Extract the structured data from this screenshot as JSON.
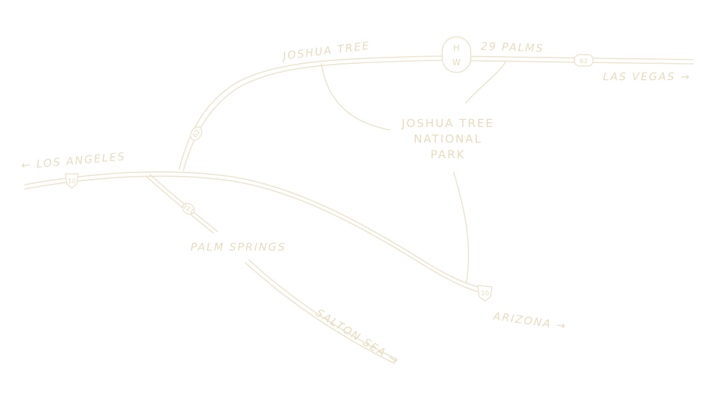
{
  "map": {
    "labels": {
      "joshua_tree": "JOSHUA TREE",
      "twentynine_palms": "29 PALMS",
      "las_vegas": "LAS VEGAS →",
      "los_angeles": "← LOS ANGELES",
      "palm_springs": "PALM SPRINGS",
      "salton_sea": "SALTON SEA →",
      "arizona": "ARIZONA →"
    },
    "park": {
      "line1": "JOSHUA TREE",
      "line2": "NATIONAL",
      "line3": "PARK"
    },
    "marker": {
      "letter1": "H",
      "letter2": "W"
    },
    "route_shields": {
      "i10_west": "10",
      "i10_east": "10",
      "hwy62_south": "62",
      "hwy62_east": "62",
      "hwy111": "111"
    },
    "colors": {
      "line": "#ece4cf",
      "text": "#e6dcc0",
      "background": "#ffffff"
    }
  }
}
